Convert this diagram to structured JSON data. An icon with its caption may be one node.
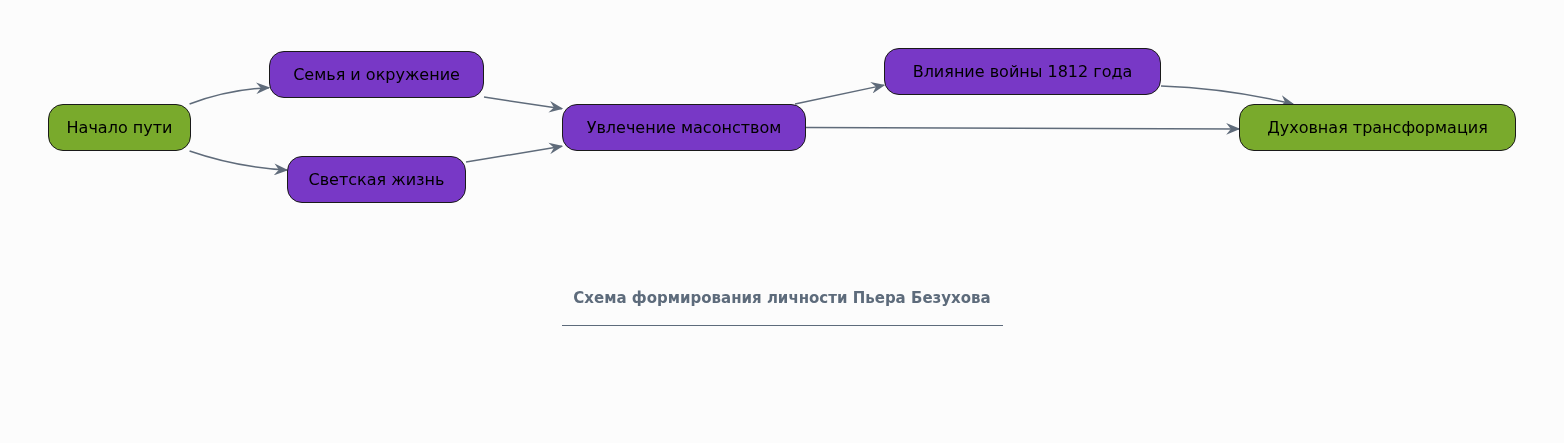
{
  "diagram": {
    "caption": "Схема формирования личности Пьера Безухова",
    "nodes": [
      {
        "text": [
          "Начало пути"
        ]
      },
      {
        "text": [
          "Семья и окружение"
        ]
      },
      {
        "text": [
          "Светская жизнь"
        ]
      },
      {
        "text": [
          "Увлечение масонством"
        ]
      },
      {
        "text": [
          "Влияние войны 1812 года"
        ]
      },
      {
        "text": [
          "Духовная трансформация"
        ]
      }
    ],
    "edges": [
      {
        "from": 0,
        "to": 1,
        "arrow": "to"
      },
      {
        "from": 0,
        "to": 2,
        "arrow": "to"
      },
      {
        "from": 1,
        "to": 3,
        "arrow": "to"
      },
      {
        "from": 2,
        "to": 3,
        "arrow": "to"
      },
      {
        "from": 3,
        "to": 4,
        "arrow": "to"
      },
      {
        "from": 3,
        "to": 5,
        "arrow": "to"
      },
      {
        "from": 4,
        "to": 5,
        "arrow": "to"
      }
    ]
  }
}
